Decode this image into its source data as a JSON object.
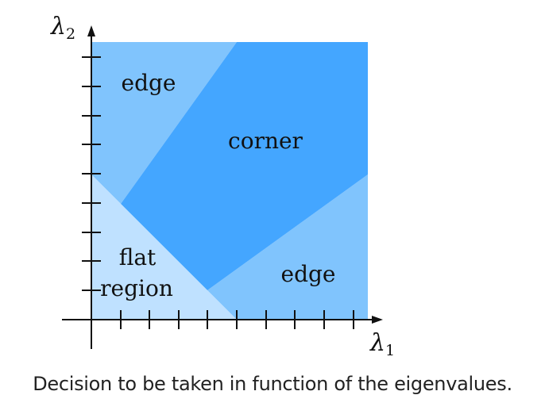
{
  "colors": {
    "edge": "#80c4fd",
    "corner": "#44a6ff",
    "flat": "#bfe1ff",
    "axis": "#111111"
  },
  "regions": {
    "edge_top": "edge",
    "corner": "corner",
    "flat_line1": "flat",
    "flat_line2": "region",
    "edge_bottom": "edge"
  },
  "axes": {
    "x_symbol": "λ",
    "x_subscript": "1",
    "y_symbol": "λ",
    "y_subscript": "2"
  },
  "caption": "Decision to be taken in function of the eigenvalues."
}
